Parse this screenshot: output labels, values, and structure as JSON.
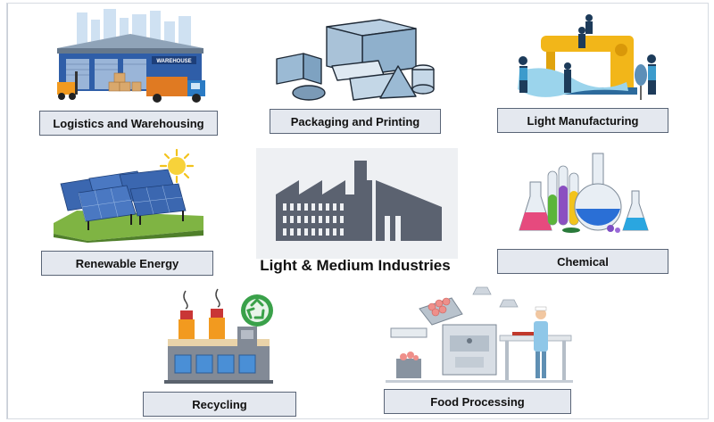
{
  "title": "Light & Medium Industries",
  "industries": [
    {
      "label": "Logistics and Warehousing",
      "icon": "warehouse-icon"
    },
    {
      "label": "Packaging and Printing",
      "icon": "packaging-icon"
    },
    {
      "label": "Light Manufacturing",
      "icon": "sewing-machine-icon"
    },
    {
      "label": "Renewable Energy",
      "icon": "solar-panel-icon"
    },
    {
      "label": "Chemical",
      "icon": "lab-flask-icon"
    },
    {
      "label": "Recycling",
      "icon": "recycling-factory-icon"
    },
    {
      "label": "Food Processing",
      "icon": "food-machine-icon"
    }
  ],
  "colors": {
    "factory": "#5b6270",
    "label_bg": "#e4e8ef",
    "label_border": "#5a6577",
    "warehouse_blue": "#2f5ea8",
    "solar_blue": "#3b67b0",
    "recycle_green": "#3aa14a",
    "sun_yellow": "#f2c31c"
  },
  "warehouse_sign": "WAREHOUSE"
}
